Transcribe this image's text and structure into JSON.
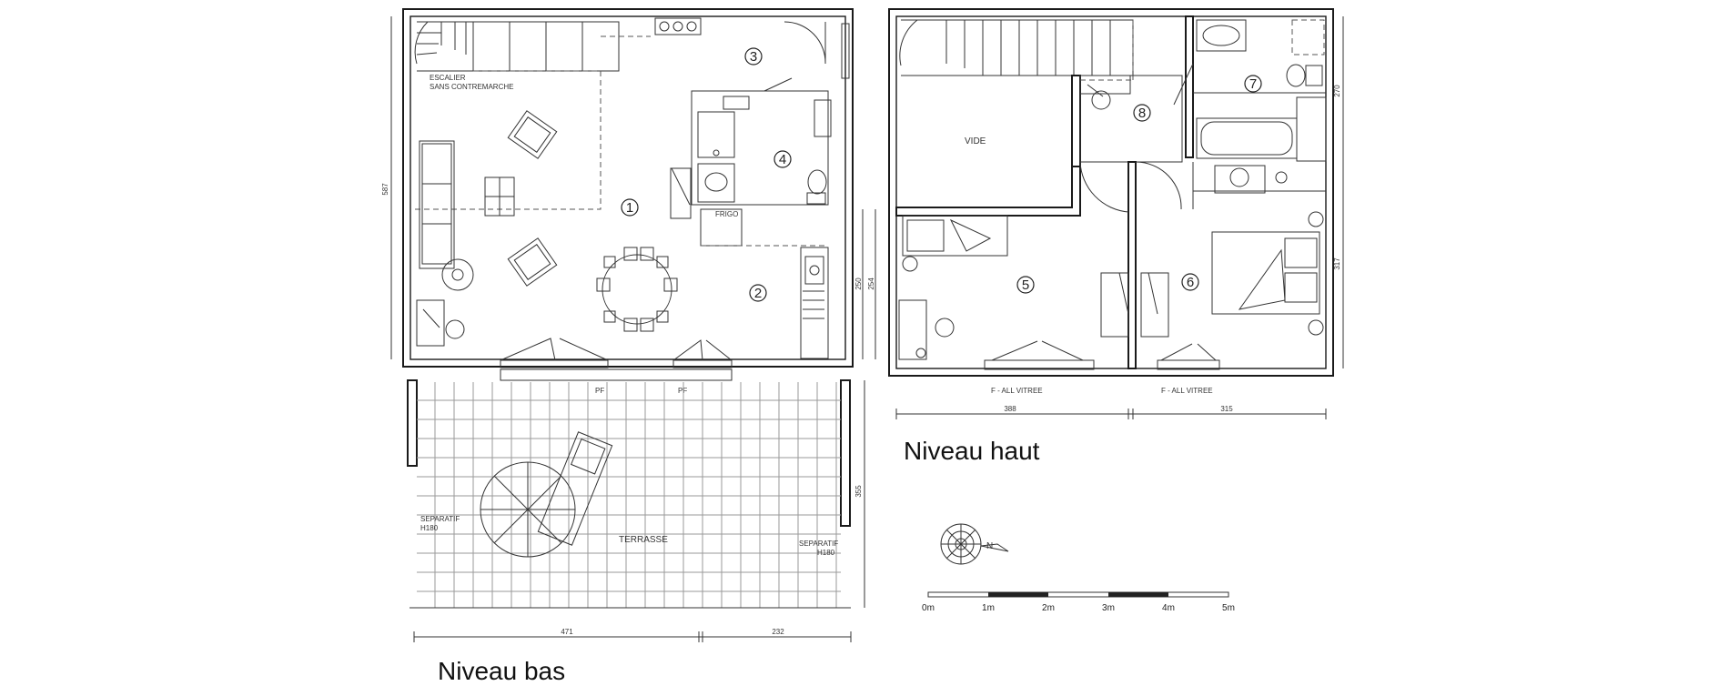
{
  "levels": {
    "lower": {
      "title": "Niveau bas"
    },
    "upper": {
      "title": "Niveau haut"
    }
  },
  "rooms": {
    "r1": "1",
    "r2": "2",
    "r3": "3",
    "r4": "4",
    "r5": "5",
    "r6": "6",
    "r7": "7",
    "r8": "8"
  },
  "labels": {
    "stair_line1": "ESCALIER",
    "stair_line2": "SANS CONTREMARCHE",
    "vide": "VIDE",
    "terrasse": "TERRASSE",
    "pf_left": "PF",
    "pf_right": "PF",
    "frigo": "FRIGO",
    "separatif_left_1": "SEPARATIF",
    "separatif_left_2": "H180",
    "separatif_right_1": "SEPARATIF",
    "separatif_right_2": "H180",
    "window_left": "F - ALL VITREE",
    "window_right": "F - ALL VITREE"
  },
  "dimensions": {
    "lower_depth": "587",
    "lower_kitchen_a": "250",
    "lower_kitchen_b": "254",
    "lower_terrace": "355",
    "lower_width_a": "471",
    "lower_width_b": "232",
    "upper_width_a": "388",
    "upper_width_b": "315",
    "upper_side_a": "270",
    "upper_side_b": "317"
  },
  "scale_bar": {
    "ticks": [
      "0m",
      "1m",
      "2m",
      "3m",
      "4m",
      "5m"
    ]
  },
  "compass": {
    "north": "N"
  }
}
